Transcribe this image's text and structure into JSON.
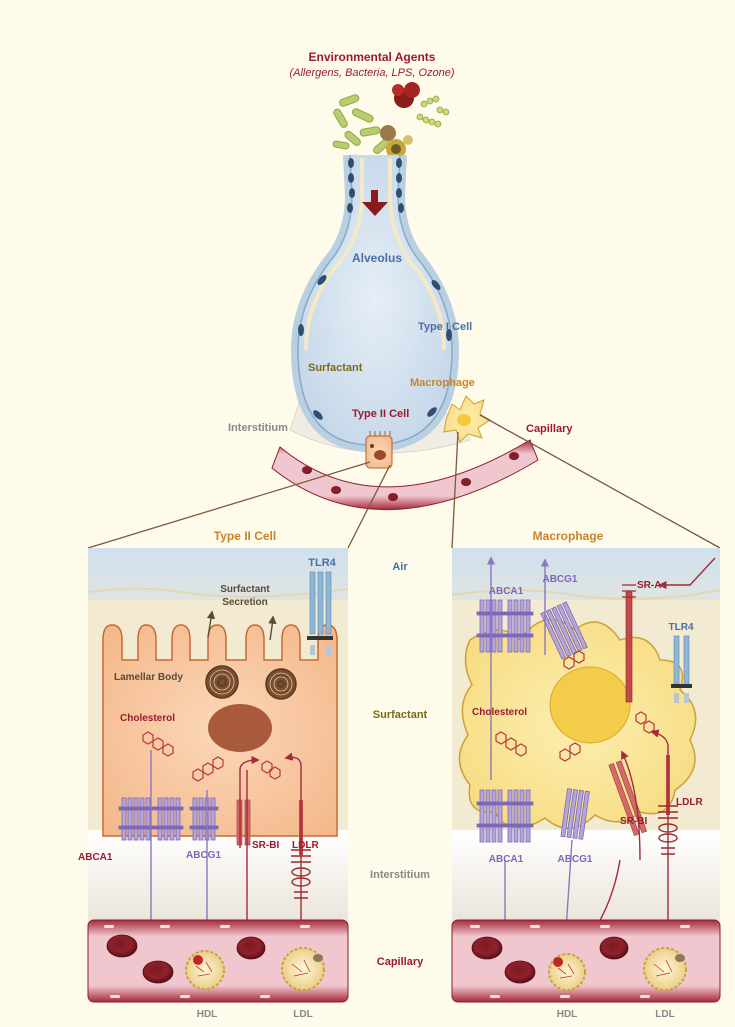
{
  "header": {
    "title": "Environmental Agents",
    "subtitle": "(Allergens, Bacteria, LPS, Ozone)"
  },
  "top": {
    "alveolus": "Alveolus",
    "type1": "Type I Cell",
    "surfactant": "Surfactant",
    "macrophage": "Macrophage",
    "type2": "Type II Cell",
    "interstitium": "Interstitium",
    "capillary": "Capillary"
  },
  "left_panel": {
    "title": "Type II Cell",
    "tlr4": "TLR4",
    "secretion_line1": "Surfactant",
    "secretion_line2": "Secretion",
    "lamellar": "Lamellar Body",
    "cholesterol": "Cholesterol",
    "abca1": "ABCA1",
    "abcg1": "ABCG1",
    "srbi": "SR-BI",
    "ldlr": "LDLR",
    "hdl": "HDL",
    "ldl": "LDL"
  },
  "middle_labels": {
    "air": "Air",
    "surfactant": "Surfactant",
    "interstitium": "Interstitium",
    "capillary": "Capillary"
  },
  "right_panel": {
    "title": "Macrophage",
    "abca1_top": "ABCA1",
    "abcg1_top": "ABCG1",
    "sra": "SR-A",
    "tlr4": "TLR4",
    "cholesterol": "Cholesterol",
    "ldlr": "LDLR",
    "srbi": "SR-BI",
    "abca1_bottom": "ABCA1",
    "abcg1_bottom": "ABCG1",
    "hdl": "HDL",
    "ldl": "LDL"
  },
  "colors": {
    "title_red": "#9b1b2e",
    "blue_label": "#4a6fa5",
    "olive_label": "#7a6a1e",
    "orange_label": "#c8842a",
    "gray_label": "#888888",
    "transporter_purple": "#9b8ac7",
    "receptor_red": "#b63a3a",
    "tlr4_blue": "#8fb6d6"
  },
  "icons": [
    "allergen-particles-icon",
    "down-arrow-icon",
    "cholesterol-molecule-icon",
    "hdl-particle-icon",
    "ldl-particle-icon",
    "red-blood-cell-icon"
  ]
}
